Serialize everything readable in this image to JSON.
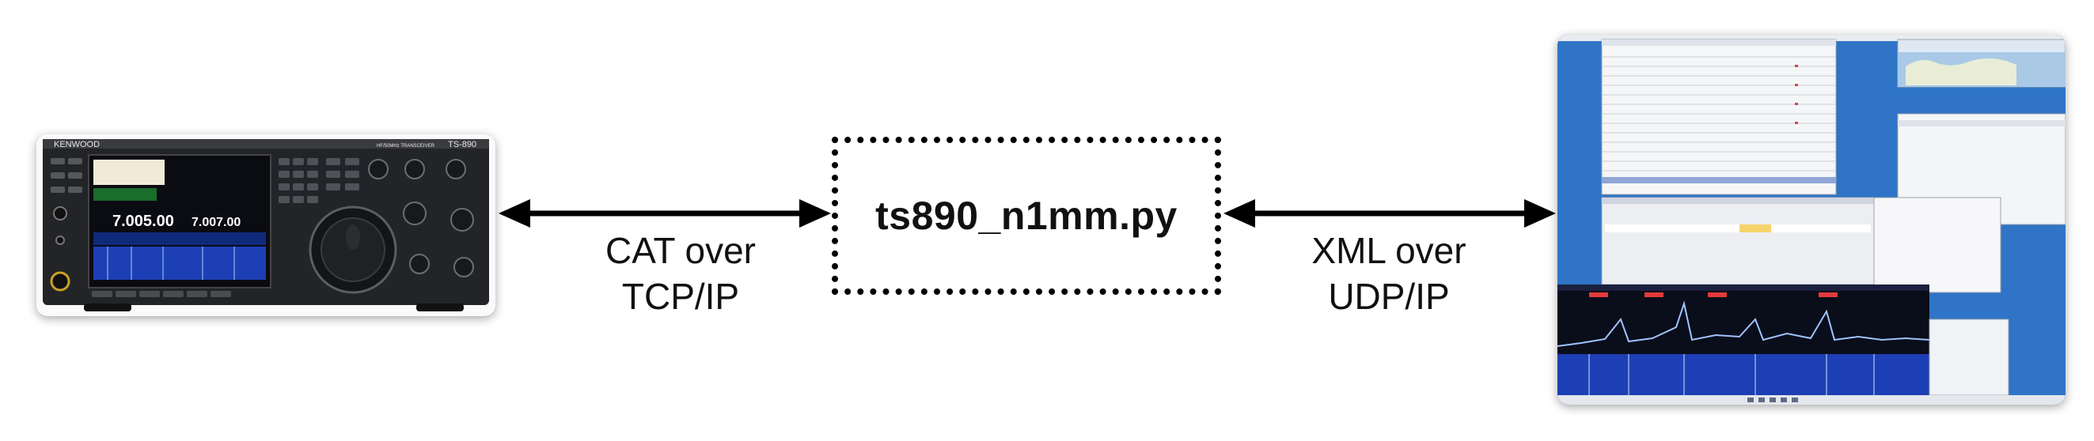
{
  "diagram": {
    "radio": {
      "brand": "KENWOOD",
      "model": "TS-890",
      "subtitle": "HF/50MHz TRANSCEIVER",
      "freq_a": "7.005.00",
      "freq_b": "7.007.00",
      "icon": "transceiver-photo"
    },
    "script": {
      "name": "ts890_n1mm.py"
    },
    "left_link": {
      "label_line1": "CAT over",
      "label_line2": "TCP/IP"
    },
    "right_link": {
      "label_line1": "XML over",
      "label_line2": "UDP/IP"
    },
    "screen": {
      "icon": "logging-software-screenshot"
    }
  },
  "colors": {
    "arrow": "#000000",
    "screen_background": "#2f74c6",
    "radio_panel": "#1e1f22",
    "waterfall": "#1d3fb5"
  }
}
